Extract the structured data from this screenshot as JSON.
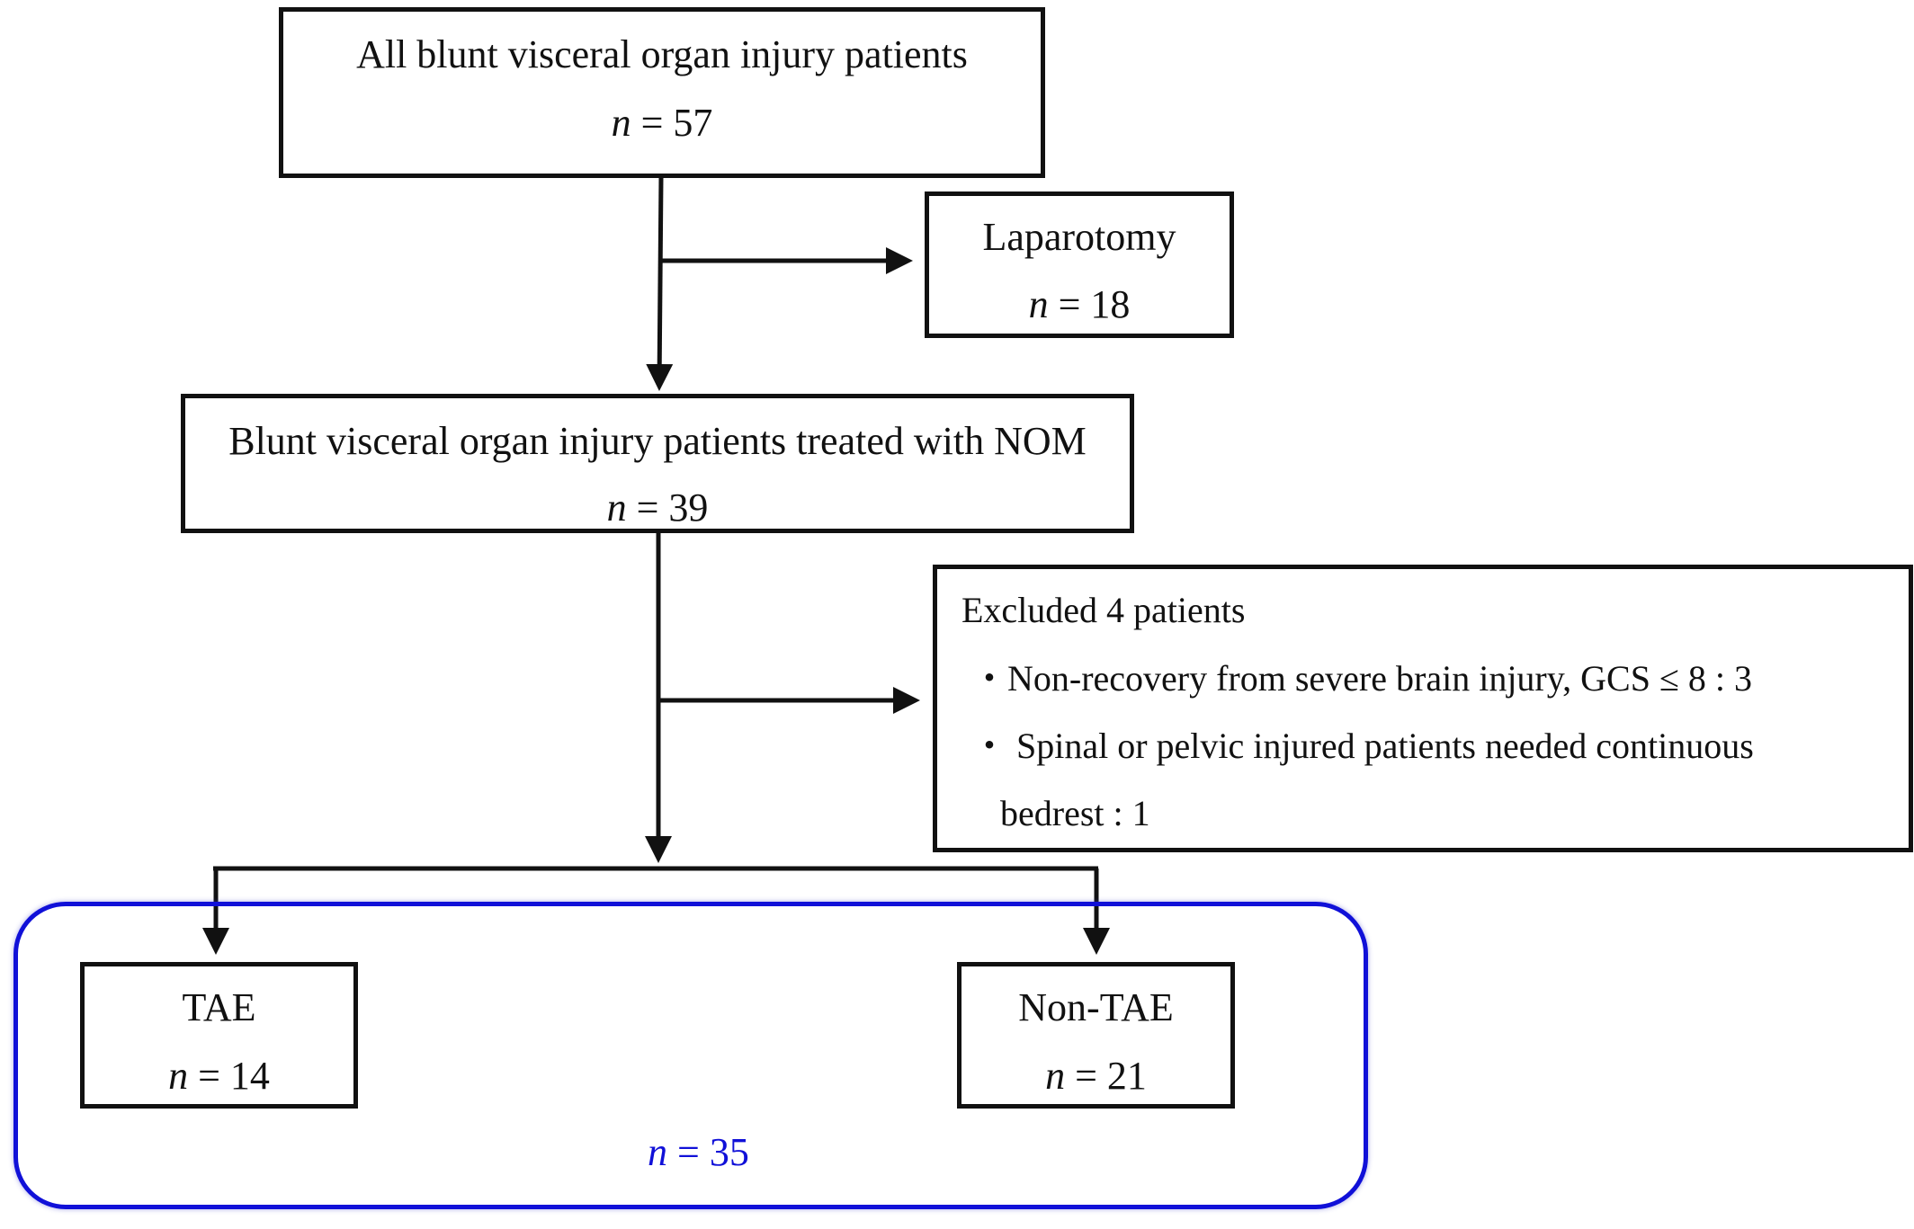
{
  "colors": {
    "line": "#111111",
    "group_border": "#1010d8",
    "group_text": "#1010d8",
    "background": "#ffffff"
  },
  "nodes": {
    "all_patients": {
      "label": "All blunt visceral organ injury patients",
      "n_var": "n",
      "n_value": "= 57"
    },
    "laparotomy": {
      "label": "Laparotomy",
      "n_var": "n",
      "n_value": "= 18"
    },
    "nom": {
      "label": "Blunt visceral organ injury patients treated with NOM",
      "n_var": "n",
      "n_value": "= 39"
    },
    "excluded": {
      "title": "Excluded 4 patients",
      "items": [
        "・Non-recovery from severe brain injury, GCS ≤ 8 : 3",
        "・ Spinal or pelvic injured patients needed continuous",
        "bedrest : 1"
      ]
    },
    "tae": {
      "label": "TAE",
      "n_var": "n",
      "n_value": "= 14"
    },
    "non_tae": {
      "label": "Non-TAE",
      "n_var": "n",
      "n_value": "= 21"
    }
  },
  "group": {
    "n_var": "n",
    "n_value": "= 35"
  }
}
